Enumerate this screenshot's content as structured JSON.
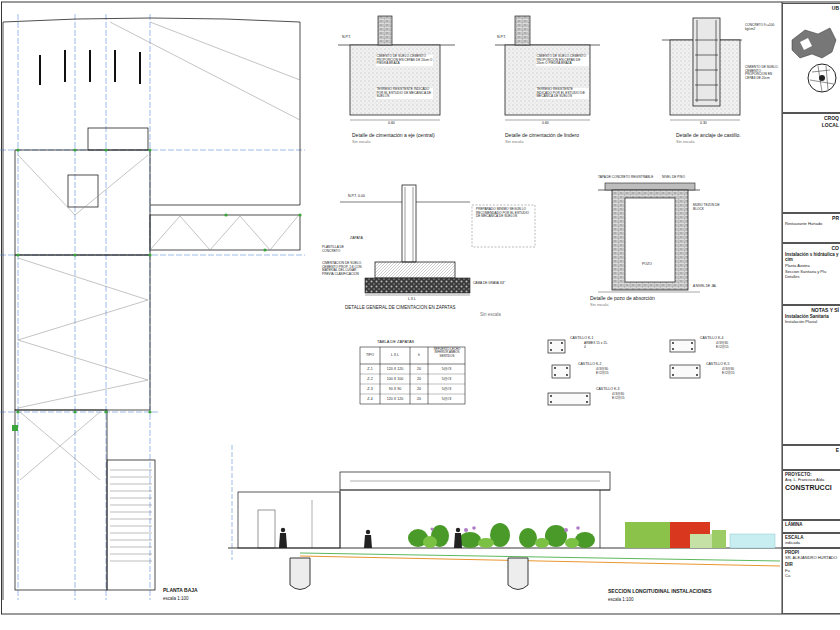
{
  "diagram": {
    "nodes": [
      {
        "text": [
          "UB"
        ]
      },
      {
        "text": [
          "CROQ",
          "LOCAL"
        ]
      },
      {
        "text": [
          "PR",
          "Restaurante Hurtado"
        ]
      },
      {
        "text": [
          "CO",
          "Instalación s hidráulica y cim",
          "Planta Azotea",
          "Seccion Sanitaria y Plu",
          "Detalles"
        ]
      },
      {
        "text": [
          "NOTAS Y SÍ",
          "Instalación Sanitaria",
          "Instalación Pluvial"
        ]
      },
      {
        "text": [
          "E"
        ]
      },
      {
        "text": [
          "PROYECTO:",
          "Arq. L. Francisco Alda",
          "CONSTRUCCI"
        ]
      },
      {
        "text": [
          "LÁMINA"
        ]
      },
      {
        "text": [
          "ESCALA",
          "indicada"
        ]
      },
      {
        "text": [
          "PROPI",
          "SR. ALEJANDRO HURTADO",
          "DIR",
          "Fu",
          "Cu"
        ]
      }
    ],
    "labels": [
      "N.P.T.",
      "CIMIENTO DE SUELO-CEMENTO PROPORCION EN CEPAS DE 20cm O PIEDRA BRAZA",
      "TERRENO RESISTENTE INDICADO POR EL ESTUDIO DE MECANICA DE SUELOS",
      "0.60",
      "Detalle de cimentación a eje (central)",
      "Sin escala",
      "N.P.T.",
      "CIMIENTO DE SUELO-CEMENTO PROPORCION EN CEPAS DE 20cm O PIEDRA BRAZA",
      "TERRENO RESISTENTE INDICADO POR EL ESTUDIO DE MECANICA DE SUELOS",
      "0.60",
      "Detalle de cimentación de lindero",
      "Sin escala",
      "CONCRETO f'c=100 kg/cm2",
      "CIMIENTO DE SUELO-CEMENTO PROPORCION EN CEPAS DE 20cm",
      "0.30",
      "Detalle de anclaje de castillo.",
      "Sin escala",
      "N.P.T. 0.00",
      "ZAPATA",
      "PLANTILLA DE CONCRETO",
      "CIMENTACION DE SUELO-CEMENTO PROP. 1:8 CON MATERIAL DEL LUGAR PREVIA CLASIFICACION",
      "L X L",
      "CAMA DE GRAVA 3/4\"",
      "PREPARADO MINIMO SEGUN LO RECOMENDADO POR EL ESTUDIO DE MECANICA DE SUELOS",
      "DETALLE GENERAL DE CIMENTACION EN ZAPATAS",
      "Sin escala",
      "TAPA DE CONCRETO REGISTRABLE",
      "NIVEL DE PISO",
      "MURO TEZON DE BLOCK",
      "POZO",
      "A NIVEL DE JAL",
      "Detalle de pozo de absorción",
      "Sin escala",
      "TABLA DE ZAPATAS",
      "TIPO",
      "L X L",
      "h",
      "REFUERZO LECHO INFERIOR AMBOS SENTIDOS",
      "Z-1",
      "120 X 120",
      "20",
      "5@#3",
      "Z-2",
      "100 X 100",
      "20",
      "5@#3",
      "Z-3",
      "90 X 90",
      "20",
      "5@#3",
      "Z-4",
      "120 X 120",
      "20",
      "5@#3",
      "CASTILLO K-1",
      "ARMEX 15 x 15-4",
      "CASTILLO K-2",
      "4#3@30 E#2@15",
      "CASTILLO K-3",
      "4#3@30 E#2@15",
      "CASTILLO K-4",
      "4#3@30 E#2@15",
      "CASTILLO K-5",
      "4#3@30 E#2@15",
      "PLANTA BAJA",
      "escala 1:100",
      "SECCION LONGITUDINAL INSTALACIONES",
      "escala 1:100"
    ]
  }
}
